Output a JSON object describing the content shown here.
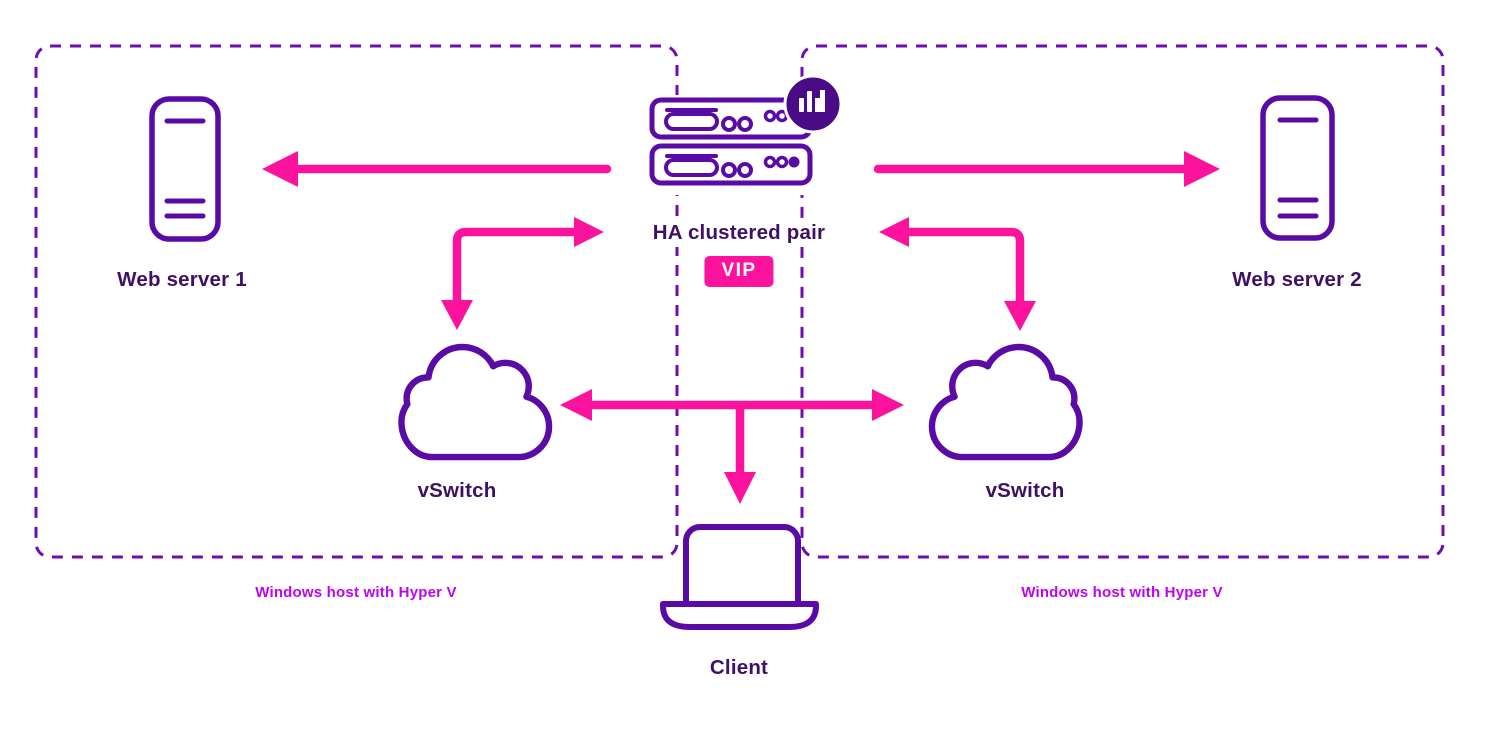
{
  "diagram": {
    "type": "network-architecture",
    "description": "HA clustered load balancer pair across two Windows Hyper-V hosts, serving two web servers through vSwitches, with a VIP exposed to a client"
  },
  "colors": {
    "background": "#FFFFFF",
    "outline_purple": "#5A0BA5",
    "label_purple": "#3E1166",
    "dashed_border_purple": "#6D0FAF",
    "accent_pink": "#FB129D",
    "vip_badge_background": "#FB129D",
    "vip_badge_text": "#FFFFFF",
    "hyperv_label_violet": "#BC05F0",
    "logo_badge_purple": "#4A0B87"
  },
  "hosts": {
    "left": {
      "label": "Windows host with Hyper V"
    },
    "right": {
      "label": "Windows host with Hyper V"
    }
  },
  "nodes": {
    "web_server_1": {
      "label": "Web server 1"
    },
    "web_server_2": {
      "label": "Web server 2"
    },
    "ha_pair": {
      "label": "HA clustered pair",
      "vip": "VIP"
    },
    "vswitch_left": {
      "label": "vSwitch"
    },
    "vswitch_right": {
      "label": "vSwitch"
    },
    "client": {
      "label": "Client"
    }
  },
  "icons": {
    "web_server": "tower-server-outline",
    "ha_pair": "rack-server-stack-outline",
    "ha_badge": "loadbalancer-logo",
    "vswitch": "cloud-outline",
    "client": "laptop-outline"
  },
  "connections": [
    {
      "from": "ha_pair",
      "to": "web_server_1",
      "style": "arrow"
    },
    {
      "from": "ha_pair",
      "to": "web_server_2",
      "style": "arrow"
    },
    {
      "from": "ha_pair",
      "to": "vswitch_left",
      "style": "elbow-double-arrow"
    },
    {
      "from": "ha_pair",
      "to": "vswitch_right",
      "style": "elbow-double-arrow"
    },
    {
      "from": "vswitch_left",
      "to": "vswitch_right",
      "style": "double-arrow"
    },
    {
      "from": "vip",
      "to": "client",
      "style": "arrow-down"
    }
  ]
}
